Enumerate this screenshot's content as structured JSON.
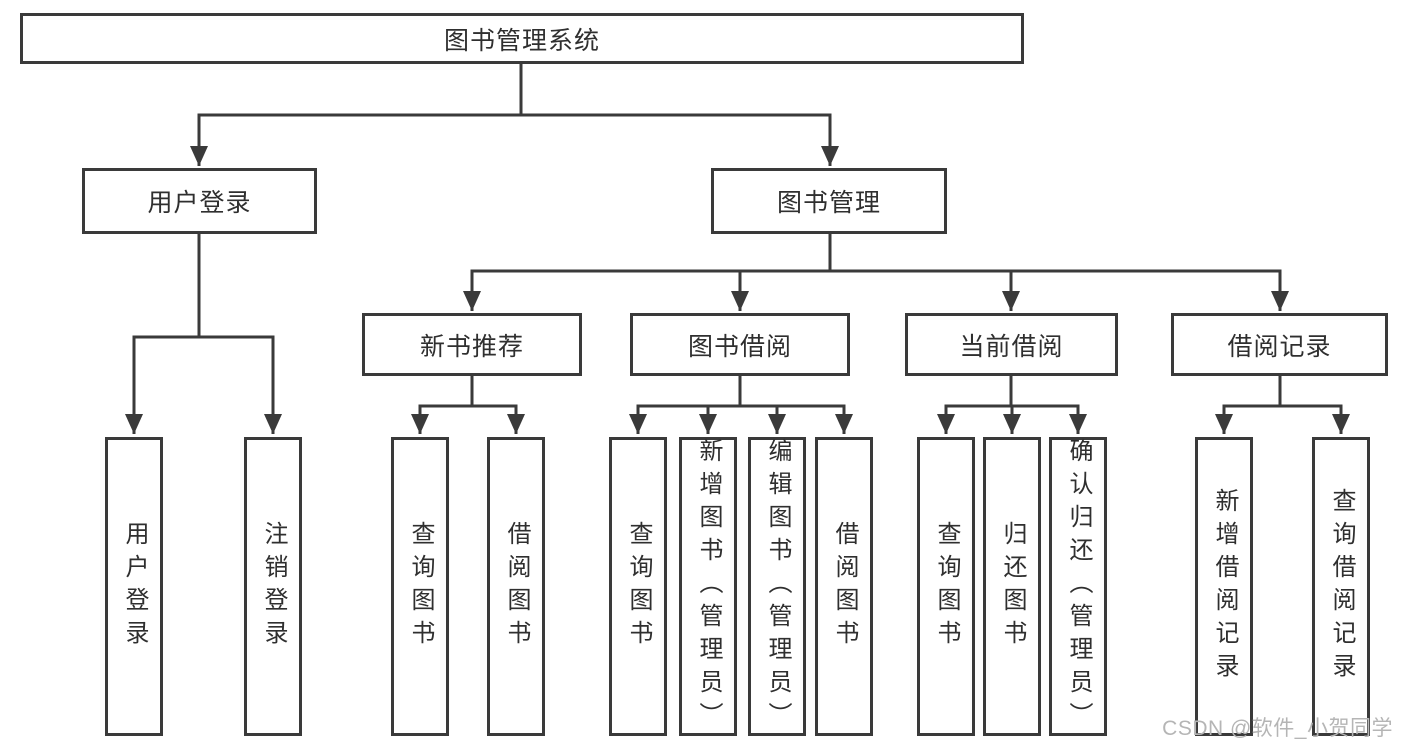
{
  "colors": {
    "line": "#3a3a3a",
    "text": "#2f2f2f",
    "background": "#ffffff",
    "watermark": "#b5b5b5"
  },
  "watermark": "CSDN @软件_小贺同学",
  "tree": {
    "label": "图书管理系统",
    "children": [
      {
        "label": "用户登录",
        "children": [
          {
            "label": "用户登录"
          },
          {
            "label": "注销登录"
          }
        ]
      },
      {
        "label": "图书管理",
        "children": [
          {
            "label": "新书推荐",
            "children": [
              {
                "label": "查询图书"
              },
              {
                "label": "借阅图书"
              }
            ]
          },
          {
            "label": "图书借阅",
            "children": [
              {
                "label": "查询图书"
              },
              {
                "label": "新增图书（管理员）"
              },
              {
                "label": "编辑图书（管理员）"
              },
              {
                "label": "借阅图书"
              }
            ]
          },
          {
            "label": "当前借阅",
            "children": [
              {
                "label": "查询图书"
              },
              {
                "label": "归还图书"
              },
              {
                "label": "确认归还（管理员）"
              }
            ]
          },
          {
            "label": "借阅记录",
            "children": [
              {
                "label": "新增借阅记录"
              },
              {
                "label": "查询借阅记录"
              }
            ]
          }
        ]
      }
    ]
  }
}
